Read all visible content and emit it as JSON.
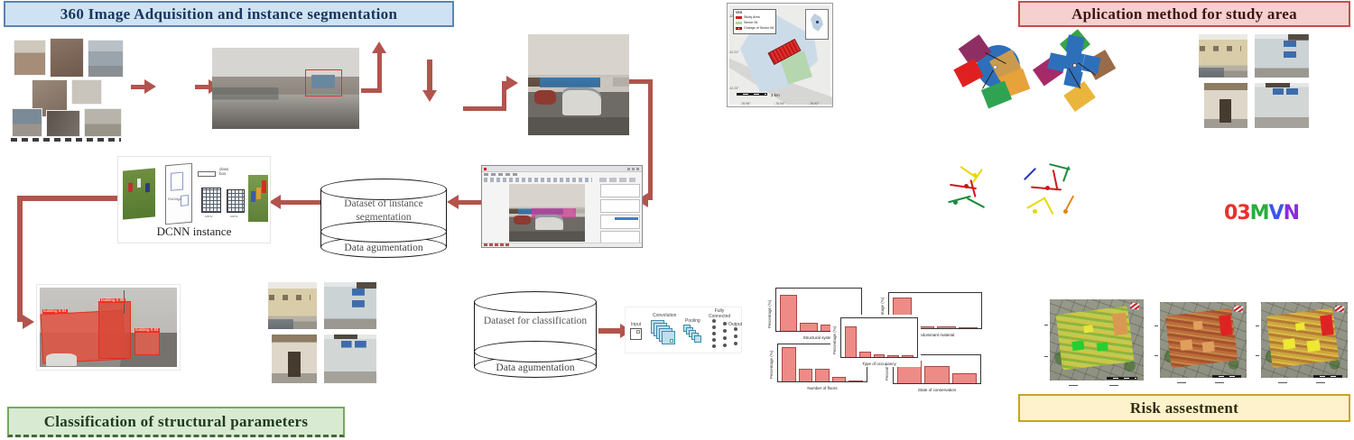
{
  "figure": {
    "background": "#ffffff",
    "arrow_color": "#b2544d",
    "bar_color": "#ee8b86",
    "mask_color": "#cd3c96"
  },
  "sections": {
    "acquisition": {
      "title": "360 Image Adquisition and instance segmentation",
      "bg": "#cfe2f3",
      "border": "#5b84b1"
    },
    "application": {
      "title": "Aplication method for study area",
      "bg": "#f6cfcf",
      "border": "#c0504d"
    },
    "classification": {
      "title": "Classification of structural parameters",
      "bg": "#d9ead3",
      "border": "#77ab59"
    },
    "risk": {
      "title": "Risk assestment",
      "bg": "#fdf2cc",
      "border": "#c9a227"
    }
  },
  "cylinders": {
    "segmentation": {
      "line1": "Dataset of instance segmentation",
      "line2": "Data agumentation"
    },
    "classification": {
      "line1": "Dataset for classification",
      "line2": "Data agumentation"
    }
  },
  "dcnn": {
    "caption": "DCNN instance",
    "roialign": "RoIAlign",
    "class_box": "class box",
    "conv1": "conv",
    "conv2": "conv"
  },
  "cnn": {
    "input": "Input",
    "convolution": "Convolution",
    "pooling": "Pooling",
    "fully_connected": "Fully Connected",
    "output": "Output"
  },
  "study_map": {
    "legend_title": "VES",
    "legend": [
      "Study Area",
      "Sector 06",
      "Change of Sector 06"
    ],
    "scale_label": "2 km",
    "lat_ticks": [
      "-12.19°",
      "-12.21°",
      "-12.23°"
    ],
    "lon_ticks": [
      "-76.96°",
      "-76.94°",
      "-76.92°"
    ]
  },
  "logo": {
    "text": "03MVN",
    "letters": [
      {
        "ch": "0",
        "color": "#e8312a"
      },
      {
        "ch": "3",
        "color": "#e8312a"
      },
      {
        "ch": "M",
        "color": "#27ae3c"
      },
      {
        "ch": "V",
        "color": "#3c55e8"
      },
      {
        "ch": "N",
        "color": "#8a2be2"
      }
    ]
  },
  "segmentation_labels": [
    "building 0.94",
    "building 0.98",
    "building 0.93"
  ],
  "risk_maps": {
    "palettes": [
      "green-yellow",
      "orange-red",
      "yellow-orange"
    ]
  },
  "chart_data": [
    {
      "id": "structural-system",
      "type": "bar",
      "xlabel": "Structural system",
      "ylabel": "Percentage (%)",
      "values": [
        86,
        20,
        15,
        4
      ],
      "ylim": [
        0,
        100
      ],
      "bar_color": "#ee8b86"
    },
    {
      "id": "predominant-material",
      "type": "bar",
      "xlabel": "Predominant material",
      "ylabel": "Percentage (%)",
      "values": [
        88,
        4,
        4,
        1
      ],
      "ylim": [
        0,
        100
      ],
      "bar_color": "#ee8b86"
    },
    {
      "id": "type-of-occupancy",
      "type": "bar",
      "xlabel": "Type of occupancy",
      "ylabel": "Percentage (%)",
      "values": [
        78,
        13,
        6,
        5,
        4
      ],
      "ylim": [
        0,
        100
      ],
      "bar_color": "#ee8b86"
    },
    {
      "id": "number-of-floors",
      "type": "bar",
      "xlabel": "Number of floors",
      "ylabel": "Percentage (%)",
      "values": [
        92,
        35,
        35,
        13,
        2
      ],
      "ylim": [
        0,
        100
      ],
      "bar_color": "#ee8b86"
    },
    {
      "id": "state-of-conservation",
      "type": "bar",
      "xlabel": "State of conservation",
      "ylabel": "Percentage (%)",
      "values": [
        80,
        62,
        35
      ],
      "ylim": [
        0,
        100
      ],
      "bar_color": "#ee8b86"
    }
  ]
}
